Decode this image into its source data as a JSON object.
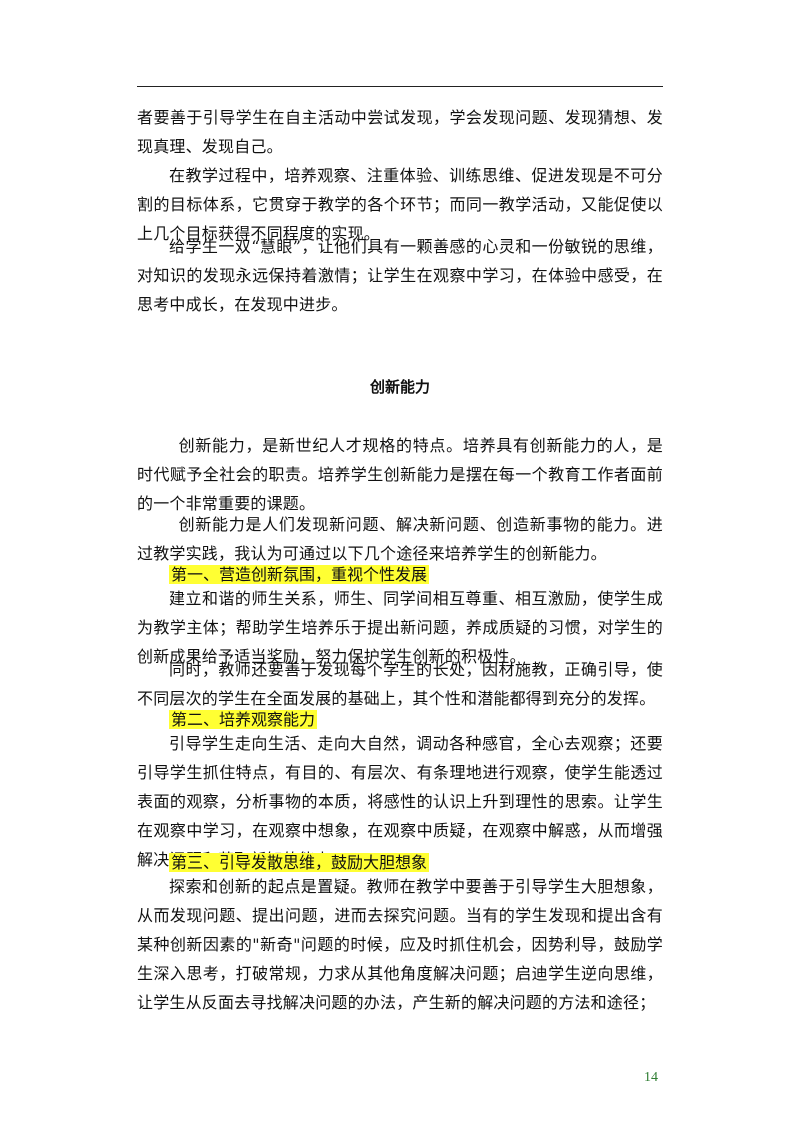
{
  "page_number": "14",
  "top_paragraphs": [
    "者要善于引导学生在自主活动中尝试发现，学会发现问题、发现猜想、发现真理、发现自己。",
    "在教学过程中，培养观察、注重体验、训练思维、促进发现是不可分割的目标体系，它贯穿于教学的各个环节；而同一教学活动，又能促使以上几个目标获得不同程度的实现。",
    "给学生一双“慧眼”，让他们具有一颗善感的心灵和一份敏锐的思维，对知识的发现永远保持着激情；让学生在观察中学习，在体验中感受，在思考中成长，在发现中进步。"
  ],
  "section_title": "创新能力",
  "intro": [
    "创新能力，是新世纪人才规格的特点。培养具有创新能力的人，是时代赋予全社会的职责。培养学生创新能力是摆在每一个教育工作者面前的一个非常重要的课题。",
    "创新能力是人们发现新问题、解决新问题、创造新事物的能力。进过教学实践，我认为可通过以下几个途径来培养学生的创新能力。"
  ],
  "sections": [
    {
      "heading": "第一、营造创新氛围，重视个性发展",
      "paragraphs": [
        "建立和谐的师生关系，师生、同学间相互尊重、相互激励，使学生成为教学主体；帮助学生培养乐于提出新问题，养成质疑的习惯，对学生的创新成果给予适当奖励，努力保护学生创新的积极性。",
        "同时，教师还要善于发现每个学生的长处，因材施教，正确引导，使不同层次的学生在全面发展的基础上，其个性和潜能都得到充分的发挥。"
      ]
    },
    {
      "heading": "第二、培养观察能力",
      "paragraphs": [
        "引导学生走向生活、走向大自然，调动各种感官，全心去观察；还要引导学生抓住特点，有目的、有层次、有条理地进行观察，使学生能透过表面的观察，分析事物的本质，将感性的认识上升到理性的思索。让学生在观察中学习，在观察中想象，在观察中质疑，在观察中解惑，从而增强解决问题和获取新知的能力。"
      ]
    },
    {
      "heading": "第三、引导发散思维，鼓励大胆想象",
      "paragraphs": [
        "探索和创新的起点是置疑。教师在教学中要善于引导学生大胆想象，从而发现问题、提出问题，进而去探究问题。当有的学生发现和提出含有某种创新因素的\"新奇\"问题的时候，应及时抓住机会，因势利导，鼓励学生深入思考，打破常规，力求从其他角度解决问题；启迪学生逆向思维，让学生从反面去寻找解决问题的办法，产生新的解决问题的方法和途径；"
      ]
    }
  ]
}
